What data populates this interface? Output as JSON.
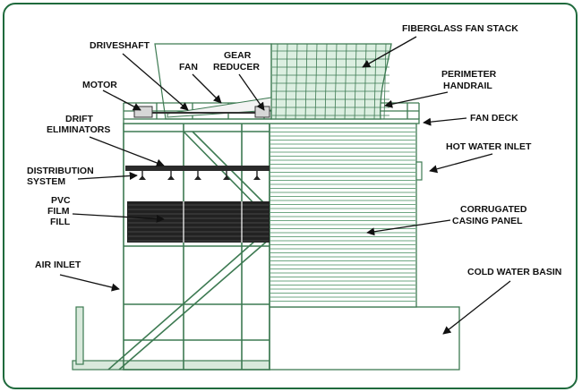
{
  "labels": {
    "fiberglass_fan_stack": "FIBERGLASS FAN STACK",
    "driveshaft": "DRIVESHAFT",
    "gear_reducer_1": "GEAR",
    "gear_reducer_2": "REDUCER",
    "fan": "FAN",
    "motor": "MOTOR",
    "perimeter_handrail_1": "PERIMETER",
    "perimeter_handrail_2": "HANDRAIL",
    "drift_eliminators_1": "DRIFT",
    "drift_eliminators_2": "ELIMINATORS",
    "fan_deck": "FAN DECK",
    "hot_water_inlet": "HOT WATER INLET",
    "distribution_system_1": "DISTRIBUTION",
    "distribution_system_2": "SYSTEM",
    "pvc_film_fill_1": "PVC",
    "pvc_film_fill_2": "FILM",
    "pvc_film_fill_3": "FILL",
    "corrugated_casing_panel_1": "CORRUGATED",
    "corrugated_casing_panel_2": "CASING PANEL",
    "air_inlet": "AIR INLET",
    "cold_water_basin": "COLD WATER BASIN"
  },
  "colors": {
    "border": "#1f6a3d",
    "structure": "#3d7a52",
    "fill_media": "#222222",
    "casing": "#5f9a72",
    "stack": "#b9dcc3",
    "ink": "#111111"
  }
}
